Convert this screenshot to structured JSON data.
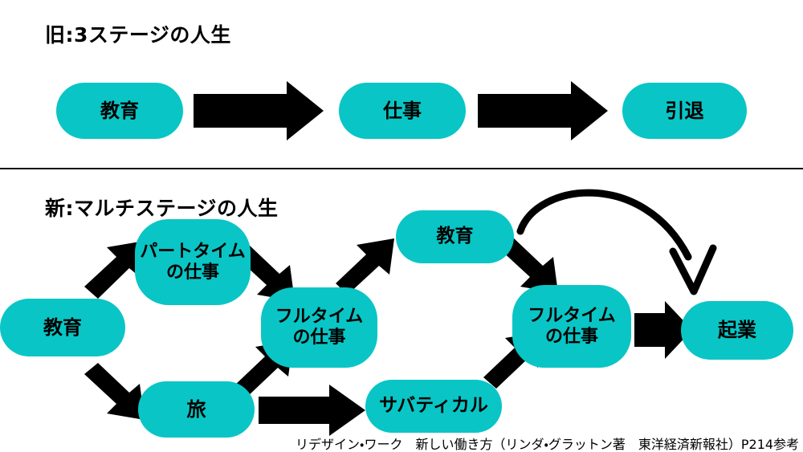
{
  "meta": {
    "teal": "#0ac5c5",
    "arrow_color": "#000000",
    "background": "#ffffff"
  },
  "sections": {
    "old": {
      "title": "旧:3ステージの人生",
      "nodes": [
        {
          "id": "old-education",
          "label": "教育"
        },
        {
          "id": "old-work",
          "label": "仕事"
        },
        {
          "id": "old-retirement",
          "label": "引退"
        }
      ],
      "flow": "教育 → 仕事 → 引退"
    },
    "new": {
      "title": "新:マルチステージの人生",
      "nodes": [
        {
          "id": "new-education",
          "label": "教育"
        },
        {
          "id": "new-parttime",
          "label": "パートタイム\nの仕事"
        },
        {
          "id": "new-travel",
          "label": "旅"
        },
        {
          "id": "new-fulltime-1",
          "label": "フルタイム\nの仕事"
        },
        {
          "id": "new-education-2",
          "label": "教育"
        },
        {
          "id": "new-sabbatical",
          "label": "サバティカル"
        },
        {
          "id": "new-fulltime-2",
          "label": "フルタイム\nの仕事"
        },
        {
          "id": "new-startup",
          "label": "起業"
        }
      ],
      "connections": [
        {
          "from": "教育",
          "to": "パートタイムの仕事"
        },
        {
          "from": "教育",
          "to": "旅"
        },
        {
          "from": "パートタイムの仕事",
          "to": "フルタイムの仕事"
        },
        {
          "from": "旅",
          "to": "フルタイムの仕事"
        },
        {
          "from": "旅",
          "to": "サバティカル"
        },
        {
          "from": "フルタイムの仕事",
          "to": "教育"
        },
        {
          "from": "サバティカル",
          "to": "フルタイムの仕事"
        },
        {
          "from": "教育",
          "to": "フルタイムの仕事"
        },
        {
          "from": "教育",
          "to": "起業"
        },
        {
          "from": "フルタイムの仕事",
          "to": "起業"
        }
      ]
    }
  },
  "caption": "リデザイン・ワーク　新しい働き方（リンダ・グラットン著　東洋経済新報社）P214参考"
}
